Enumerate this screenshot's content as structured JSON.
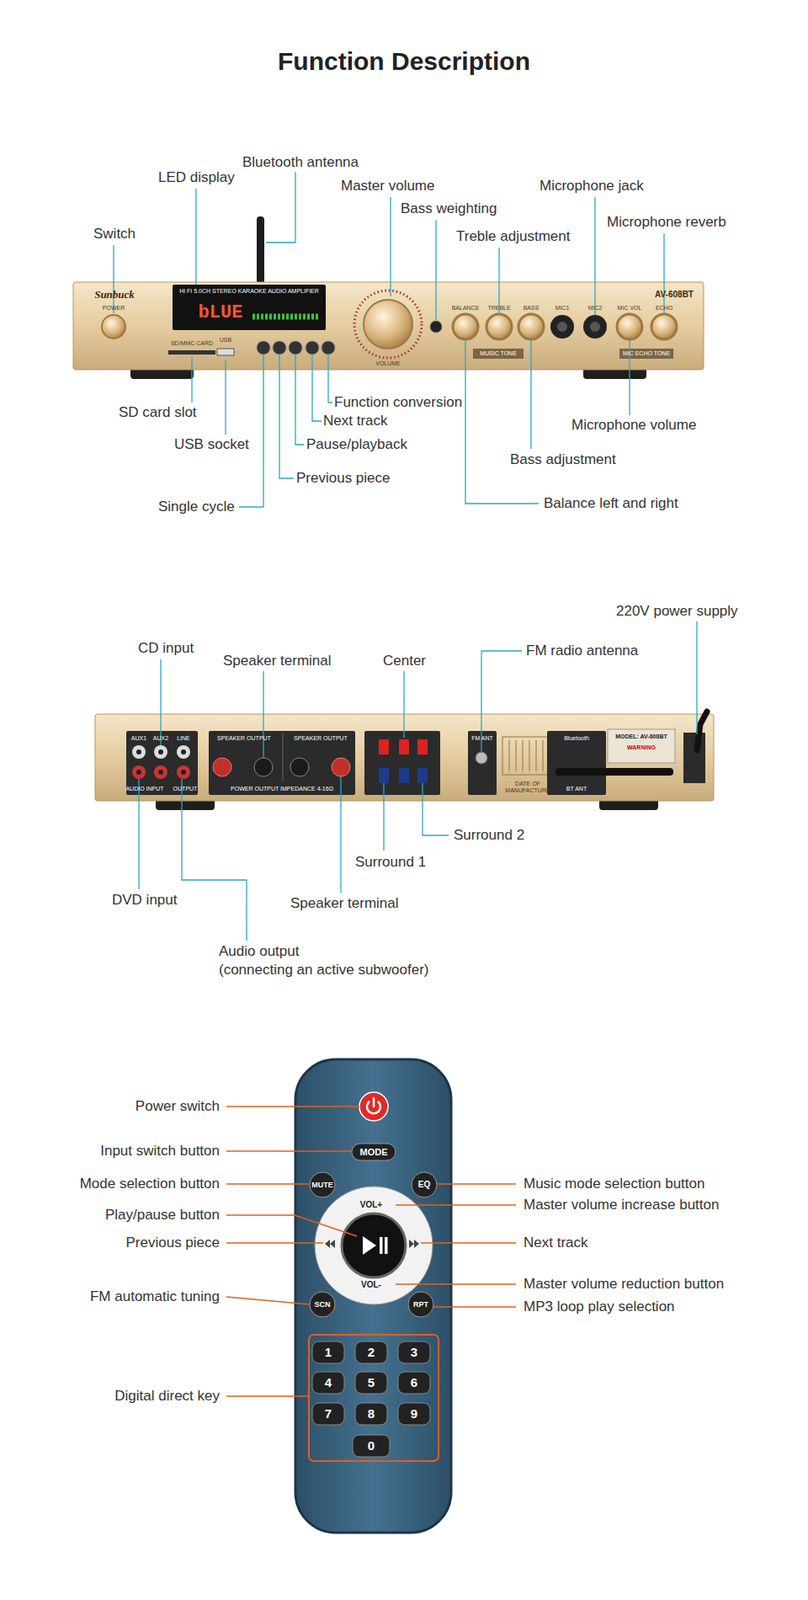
{
  "diagram": {
    "title": "Function Description",
    "labels": [
      "Bluetooth antenna",
      "LED display",
      "Switch",
      "Master volume",
      "Bass weighting",
      "Microphone jack",
      "Treble adjustment",
      "Microphone reverb",
      "SD card slot",
      "USB socket",
      "Function conversion",
      "Next track",
      "Pause/playback",
      "Previous piece",
      "Single cycle",
      "Microphone volume",
      "Bass adjustment",
      "Balance left and right",
      "CD input",
      "Speaker terminal",
      "Center",
      "FM radio antenna",
      "220V power supply",
      "Surround 2",
      "Surround 1",
      "DVD input",
      "Speaker terminal",
      "Audio output",
      "(connecting an active subwoofer)",
      "Power switch",
      "Input switch button",
      "Mode selection button",
      "Play/pause button",
      "Previous piece",
      "FM automatic tuning",
      "Digital direct key",
      "Music mode selection button",
      "Master volume increase button",
      "Next track",
      "Master volume reduction button",
      "MP3 loop play selection",
      "MODE",
      "MUTE",
      "EQ",
      "VOL+",
      "VOL-",
      "SCN",
      "RPT",
      "1",
      "2",
      "3",
      "4",
      "5",
      "6",
      "7",
      "8",
      "9",
      "0",
      "Sunbuck",
      "POWER",
      "HI FI 5.0CH STEREO KARAOKE AUDIO AMPLIFIER",
      "bLUE",
      "USB",
      "SD/MMC CARD",
      "VOLUME",
      "BALANCE",
      "TREBLE",
      "BASS",
      "MIC1",
      "MIC2",
      "MIC VOL",
      "ECHO",
      "MUSIC TONE",
      "MIC ECHO TONE",
      "AV-608BT",
      "AUX1",
      "AUX2",
      "LINE",
      "AUDIO INPUT",
      "OUTPUT",
      "SPEAKER OUTPUT",
      "SPEAKER OUTPUT",
      "POWER OUTPUT IMPEDANCE 4-16Ω",
      "FM ANT",
      "Bluetooth",
      "BT ANT",
      "DATE OF MANUFACTURE",
      "MODEL: AV-608BT",
      "WARNING"
    ]
  }
}
